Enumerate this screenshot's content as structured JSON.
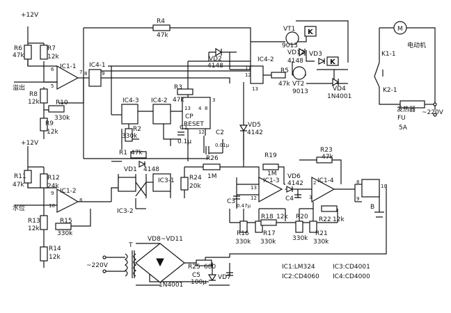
{
  "labels": {
    "vcc_top": "+12V",
    "vcc_mid": "+12V",
    "r6": "R6",
    "r6v": "47k",
    "r7": "R7",
    "r7v": "12k",
    "r8": "R8",
    "r8v": "12k",
    "r9": "R9",
    "r9v": "12k",
    "r10": "R10",
    "r10v": "330k",
    "ic1_1": "IC1-1",
    "pin6": "6",
    "pin5": "5",
    "pin7": "7",
    "overflow_probe": "溢出",
    "ic4_1": "IC4-1",
    "ic4_1_p8": "8",
    "ic4_1_p9": "9",
    "r4": "R4",
    "r4v": "47k",
    "vt1": "VT1",
    "vt1v": "9013",
    "vd2": "VD2",
    "vd2v": "4148",
    "vd12": "VD12",
    "vd12v": "4148",
    "vd3": "VD3",
    "k_top": "K",
    "k_mid": "K",
    "ic4_2_top": "IC4-2",
    "r5": "R5",
    "r5v": "47k",
    "vt2": "VT2",
    "vt2v": "9013",
    "vd4": "VD4",
    "vd4v": "1N4001",
    "p11": "11",
    "p12": "12",
    "p13": "13",
    "ic4_3": "IC4-3",
    "ic4_2_mid": "IC4-2",
    "r3": "R3",
    "r3v": "47k",
    "r2": "R2",
    "r2v": "330k",
    "c1": "C1",
    "c1v": "0.1μ",
    "pin_13": "13",
    "pin_4": "4",
    "pin_8": "8",
    "pin_3": "3",
    "cp": "CP",
    "reset": "RESET",
    "pin_12": "12",
    "c2": "C2",
    "c2v": "0.01μ",
    "vd5": "VD5",
    "vd5v": "4142",
    "motor": "M",
    "motor_label": "电动机",
    "k1_1": "K1-1",
    "k2_1": "K2-1",
    "heater": "发热器",
    "fu": "FU",
    "fu_rating": "5A",
    "ac_out": "~220V",
    "r1": "R1",
    "r1v": "47k",
    "vd1": "VD1",
    "vd1v": "4148",
    "ic3_1": "IC3-1",
    "ic3_2": "IC3-2",
    "r11": "R11",
    "r11v": "47k",
    "r12": "R12",
    "r12v": "24k",
    "ic1_2": "IC1-2",
    "pin9": "9",
    "pin10": "10",
    "pin8": "8",
    "water_level": "水位",
    "r13": "R13",
    "r13v": "12k",
    "r15": "R15",
    "r15v": "330k",
    "r14": "R14",
    "r14v": "12k",
    "r26": "R26",
    "r26v": "1M",
    "r24": "R24",
    "r24v": "20k",
    "r19": "R19",
    "r19v": "1M",
    "ic1_3": "IC1-3",
    "c3": "C3",
    "c3v": "0.47μ",
    "pin_13b": "13",
    "pin_12b": "12",
    "vd6": "VD6",
    "vd6v": "4142",
    "c4": "C4",
    "r23": "R23",
    "r23v": "47k",
    "ic1_4": "IC1-4",
    "pin_2": "2",
    "pin_3b": "3",
    "pin_8b": "8",
    "pin_9b": "9",
    "pin_10b": "10",
    "buzzer": "B",
    "r16": "R16",
    "r16v": "330k",
    "r17": "R17",
    "r17v": "330k",
    "r18": "R18",
    "r18v": "12k",
    "r20": "R20",
    "r20v": "330k",
    "r21": "R21",
    "r21v": "330k",
    "r22": "R22",
    "r22v": "12k",
    "ac_in": "~220V",
    "transformer": "T",
    "bridge": "VD8~VD11",
    "r25": "R25",
    "r25v": "680",
    "c5": "C5",
    "c5v": "100μ",
    "vd7": "VD7",
    "diode_bot": "1N4001",
    "ic_note_1": "IC1:LM324",
    "ic_note_2": "IC3:CD4001",
    "ic_note_3": "IC2:CD4060",
    "ic_note_4": "IC4:CD4000"
  }
}
